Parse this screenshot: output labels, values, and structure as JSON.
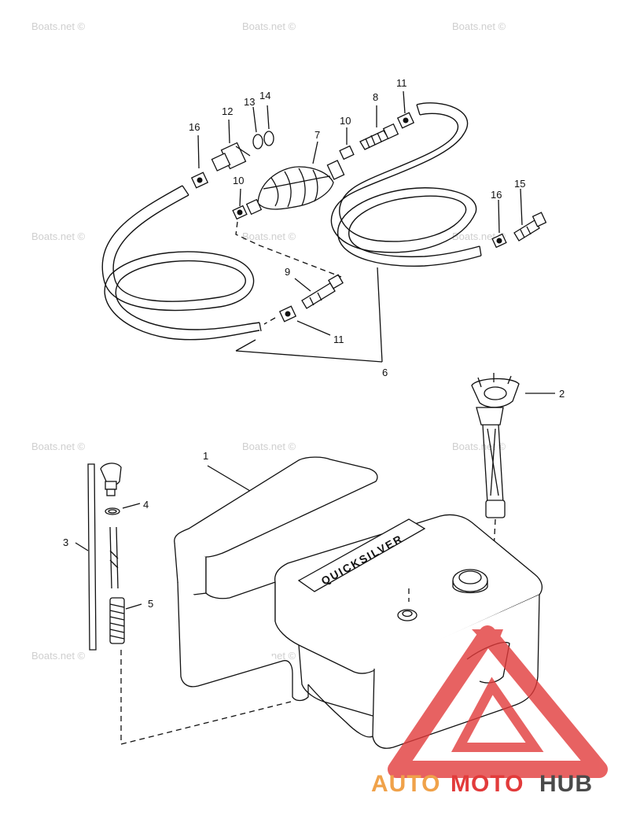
{
  "watermark": "Boats.net ©",
  "callouts": {
    "n1": "1",
    "n2": "2",
    "n3": "3",
    "n4": "4",
    "n5": "5",
    "n6": "6",
    "n7": "7",
    "n8": "8",
    "n9": "9",
    "n10a": "10",
    "n10b": "10",
    "n11a": "11",
    "n11b": "11",
    "n12": "12",
    "n13": "13",
    "n14": "14",
    "n15": "15",
    "n16a": "16",
    "n16b": "16"
  },
  "tank_label": "QUICKSILVER",
  "logo": {
    "part1": "AUTO",
    "part2": "MOTO",
    "part3": "HUB",
    "color_orange": "#f0a24a",
    "color_red": "#e23b3b",
    "color_dark": "#4a4a4a"
  }
}
